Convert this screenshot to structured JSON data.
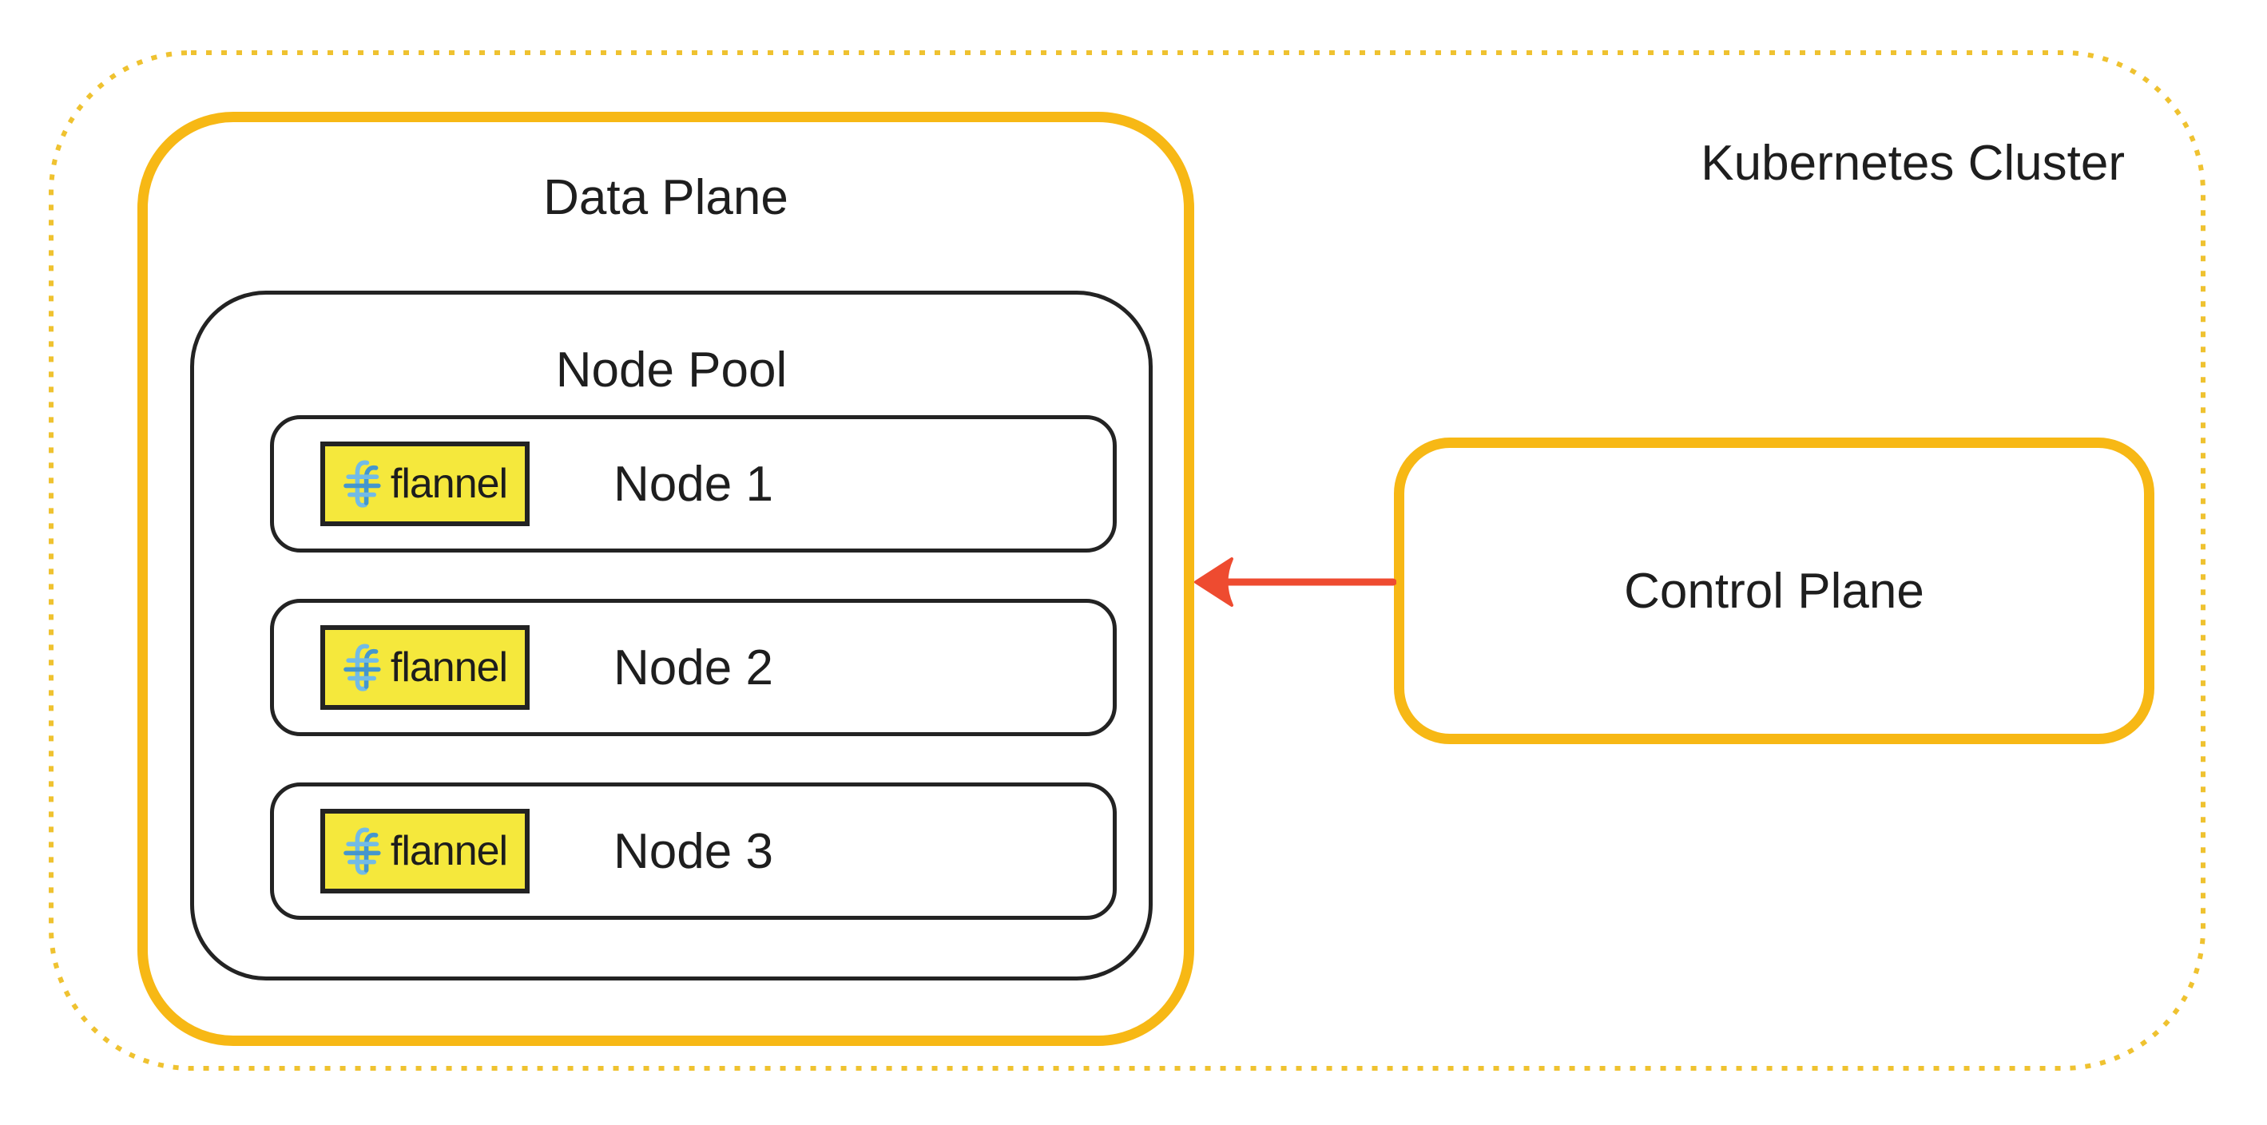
{
  "cluster": {
    "label": "Kubernetes Cluster"
  },
  "data_plane": {
    "label": "Data Plane",
    "node_pool": {
      "label": "Node Pool",
      "nodes": [
        {
          "label": "Node 1"
        },
        {
          "label": "Node 2"
        },
        {
          "label": "Node 3"
        }
      ]
    }
  },
  "control_plane": {
    "label": "Control Plane"
  },
  "flannel": {
    "label": "flannel"
  },
  "arrow": {
    "from": "Control Plane",
    "to": "Data Plane",
    "direction": "left"
  },
  "colors": {
    "gold_solid": "#f7b815",
    "gold_dotted": "#efc230",
    "line_black": "#232323",
    "text": "#1e1e1e",
    "arrow_red": "#ee4b30",
    "badge_yellow": "#f5e83c",
    "logo_blue": "#4496ce",
    "logo_blue_light": "#72bbe6"
  }
}
